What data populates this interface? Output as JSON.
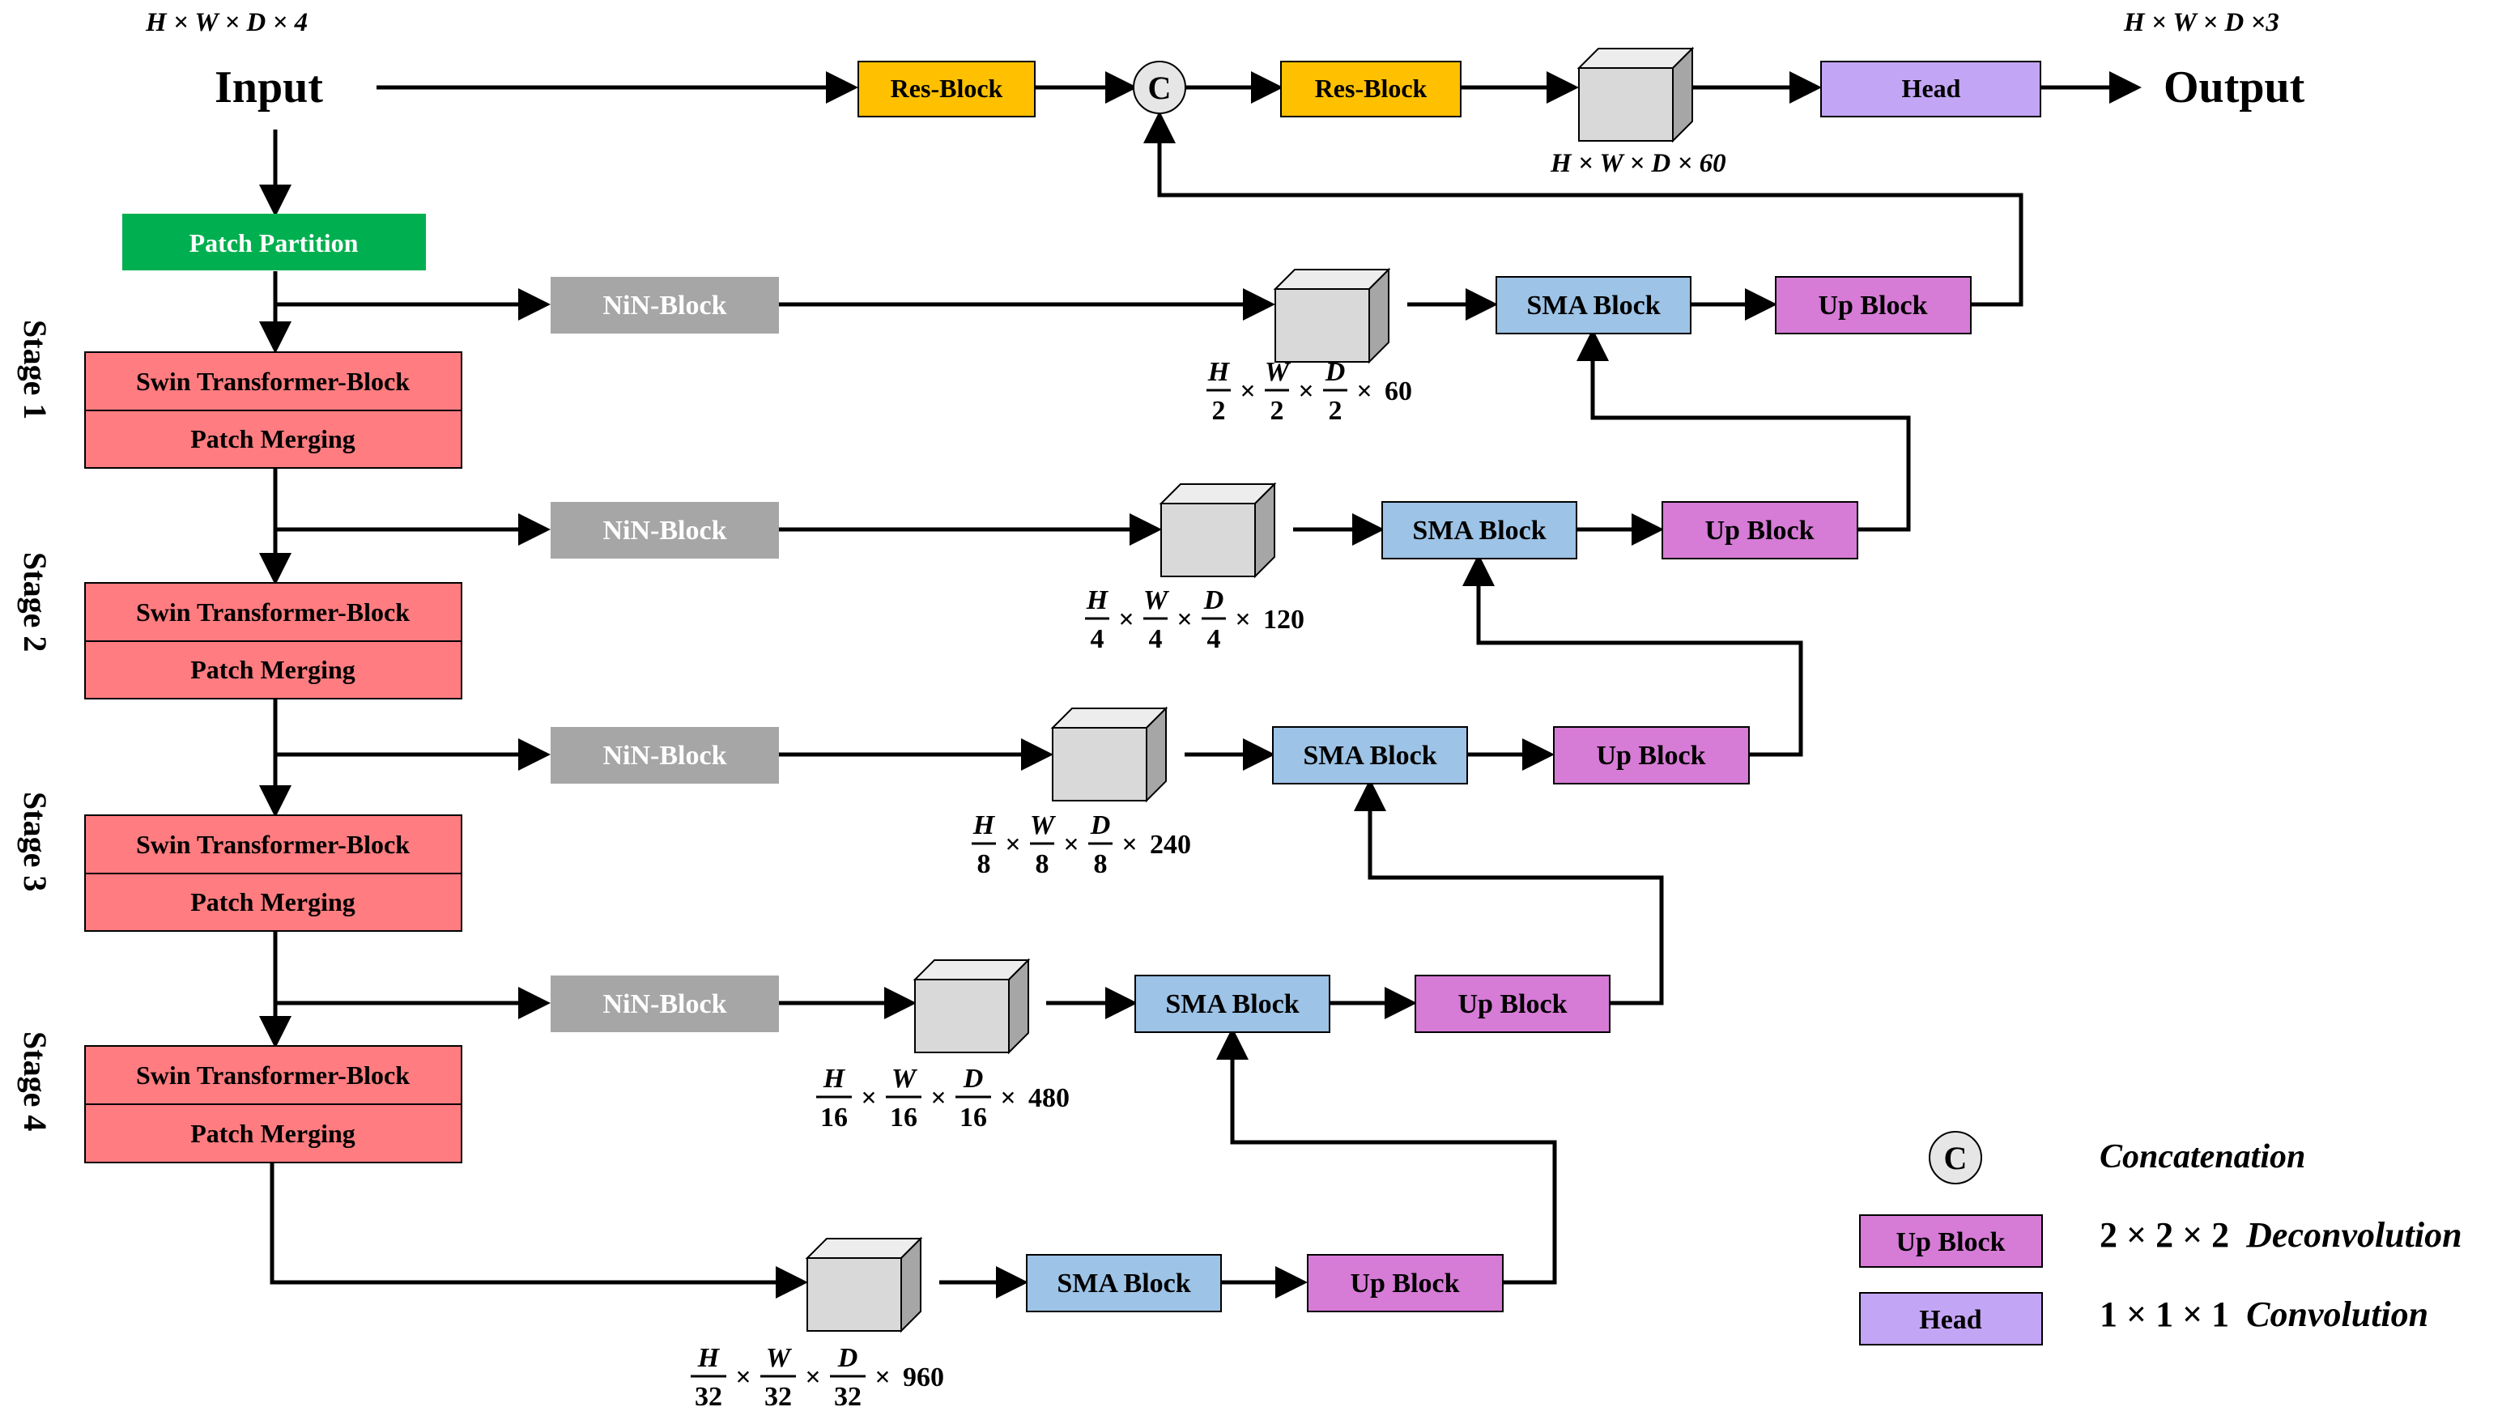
{
  "input_label": "Input",
  "output_label": "Output",
  "input_dims": "H × W × D × 4",
  "output_dims": "H × W × D ×3",
  "top_cube_dims": "H × W × D × 60",
  "res_block_label": "Res-Block",
  "concat_symbol": "C",
  "head_label": "Head",
  "patch_partition_label": "Patch Partition",
  "nin_block_label": "NiN-Block",
  "sma_block_label": "SMA Block",
  "up_block_label": "Up Block",
  "swin_block_label": "Swin Transformer-Block",
  "patch_merging_label": "Patch Merging",
  "stages": [
    "Stage 1",
    "Stage 2",
    "Stage 3",
    "Stage 4"
  ],
  "fractions": {
    "H": "H",
    "W": "W",
    "D": "D",
    "times": "×",
    "levels": [
      {
        "den": "2",
        "ch": "60"
      },
      {
        "den": "4",
        "ch": "120"
      },
      {
        "den": "8",
        "ch": "240"
      },
      {
        "den": "16",
        "ch": "480"
      },
      {
        "den": "32",
        "ch": "960"
      }
    ]
  },
  "legend": {
    "concat_symbol": "C",
    "concat_text": "Concatenation",
    "up_block_label": "Up Block",
    "deconv_prefix": "2 × 2 × 2",
    "deconv_text": "Deconvolution",
    "head_label": "Head",
    "conv_prefix": "1 × 1 × 1",
    "conv_text": "Convolution"
  },
  "colors": {
    "res_block": "#FFC000",
    "head": "#C3A5F5",
    "patch_partition": "#00B050",
    "nin_block": "#A6A6A6",
    "sma_block": "#9DC3E6",
    "up_block": "#D67BD6",
    "swin": "#FF7C80",
    "cube_front": "#D9D9D9",
    "cube_top": "#EDEDED",
    "cube_side": "#BFBFBF",
    "arrow": "#000000"
  }
}
